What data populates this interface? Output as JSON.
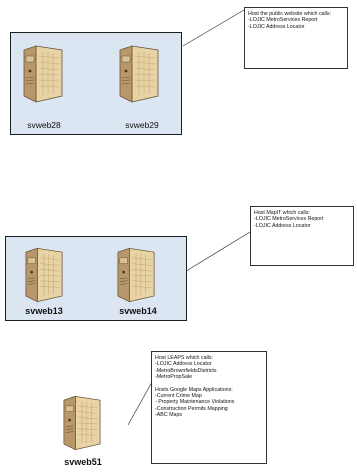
{
  "groups": [
    {
      "servers": [
        "svweb28",
        "svweb29"
      ],
      "note": {
        "title": "Host the public website which calls:",
        "items": [
          "-LOJIC MetroServices Report",
          "-LOJIC Address Locator"
        ]
      }
    },
    {
      "servers": [
        "svweb13",
        "svweb14"
      ],
      "note": {
        "title": "Host MapIT which calls:",
        "items": [
          "-LOJIC MetroServices Report",
          "-LOJIC Address Locator"
        ]
      }
    },
    {
      "servers": [
        "svweb51"
      ],
      "note": {
        "title": "Host LEAPS which calls:",
        "items": [
          "-LOJIC Address Locator",
          "-MetroBrownfieldsDistricts",
          "-MetroPropSale"
        ],
        "title2": "Hosts Google Maps Applications:",
        "items2": [
          "-Current Crime Map",
          "- Property Maintenance Violations",
          "-Construction Permits Mapping",
          "-ABC Maps"
        ]
      }
    }
  ],
  "colors": {
    "group_fill": "#dce6f2",
    "server_tan": "#e8d3a6",
    "server_dark": "#b8976a"
  },
  "icons": [
    "server-icon"
  ]
}
